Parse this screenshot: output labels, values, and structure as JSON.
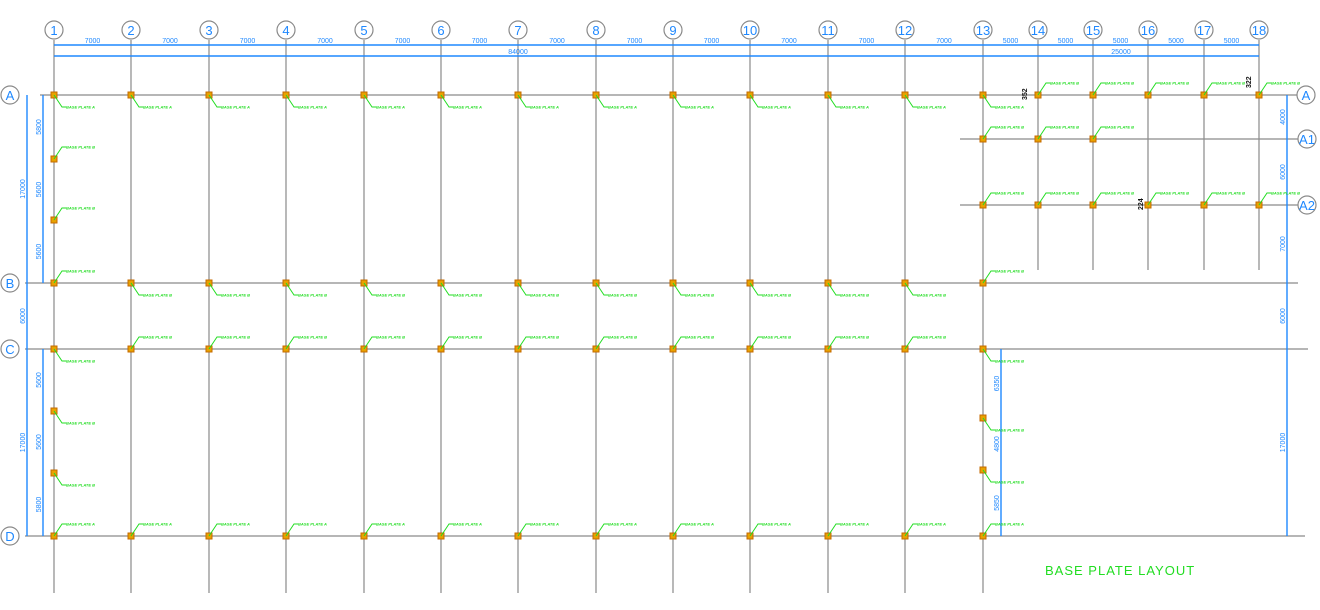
{
  "drawing": {
    "title": "BASE PLATE LAYOUT",
    "columns": [
      "1",
      "2",
      "3",
      "4",
      "5",
      "6",
      "7",
      "8",
      "9",
      "10",
      "11",
      "12",
      "13",
      "14",
      "15",
      "16",
      "17",
      "18"
    ],
    "rows": [
      "A",
      "A1",
      "A2",
      "B",
      "C",
      "D"
    ],
    "column_spacings": [
      "7000",
      "7000",
      "7000",
      "7000",
      "7000",
      "7000",
      "7000",
      "7000",
      "7000",
      "7000",
      "7000",
      "7000",
      "5000",
      "5000",
      "5000",
      "5000",
      "5000"
    ],
    "overall_dims": [
      "84000",
      "25000"
    ],
    "left_outer_dims": [
      "17000",
      "6000",
      "17000"
    ],
    "left_inner_dims": [
      "5800",
      "5600",
      "5600",
      "5600",
      "5600",
      "5800"
    ],
    "right_dims": [
      "4000",
      "6000",
      "7000",
      "6000",
      "17000"
    ],
    "col13_dims": [
      "6350",
      "4800",
      "5850"
    ],
    "offset_notes": [
      "352",
      "322",
      "224"
    ],
    "plate_labels": {
      "A": "BASE PLATE A",
      "B": "BASE PLATE B"
    },
    "colors": {
      "grid": "#8a8a8a",
      "dimension": "#1e88ff",
      "plate": "#e8a200",
      "label": "#22dd22"
    }
  }
}
